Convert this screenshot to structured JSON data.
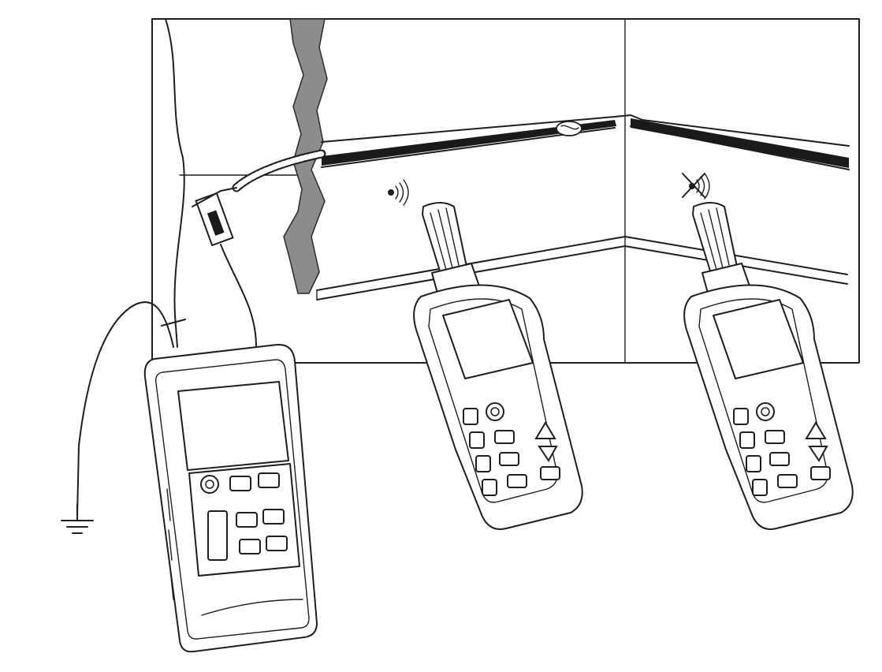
{
  "diagram": {
    "kind": "wire-tracing-illustration",
    "colors": {
      "line": "#1e1e1e",
      "background": "#ffffff",
      "plaster_crack": "#8c8c8c",
      "cable": "#1a1a1a"
    },
    "icons": {
      "ground": "ground-symbol-icon",
      "signal_detected": "signal-waves-icon",
      "signal_lost": "no-signal-icon"
    },
    "devices": {
      "transmitter": "transmitter-unit",
      "receiver_near": "receiver-detecting",
      "receiver_far": "receiver-no-signal"
    }
  }
}
